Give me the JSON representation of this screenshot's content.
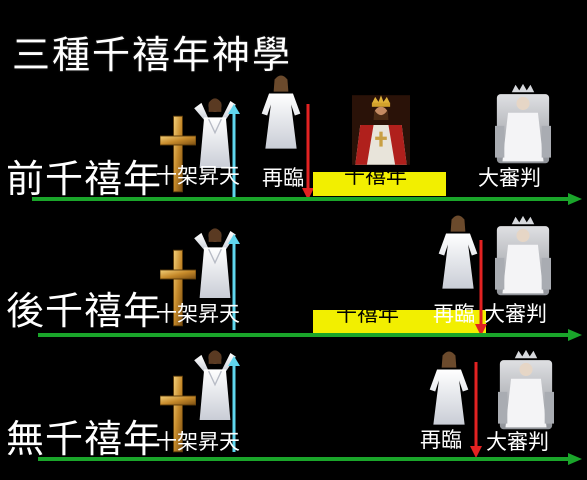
{
  "title": "三種千禧年神學",
  "rows": [
    {
      "name": "前千禧年",
      "labels": {
        "cross_ascension": "十架昇天",
        "return": "再臨",
        "millennium": "千禧年",
        "judgment": "大審判"
      }
    },
    {
      "name": "後千禧年",
      "labels": {
        "cross_ascension": "十架昇天",
        "millennium": "千禧年",
        "return": "再臨",
        "judgment": "大審判"
      }
    },
    {
      "name": "無千禧年",
      "labels": {
        "cross_ascension": "十架昇天",
        "return": "再臨",
        "judgment": "大審判"
      }
    }
  ],
  "colors": {
    "timeline": "#1aa52a",
    "ascension_arrow": "#5fd6ee",
    "return_arrow": "#e32222",
    "millennium_bar": "#f2ef00"
  }
}
